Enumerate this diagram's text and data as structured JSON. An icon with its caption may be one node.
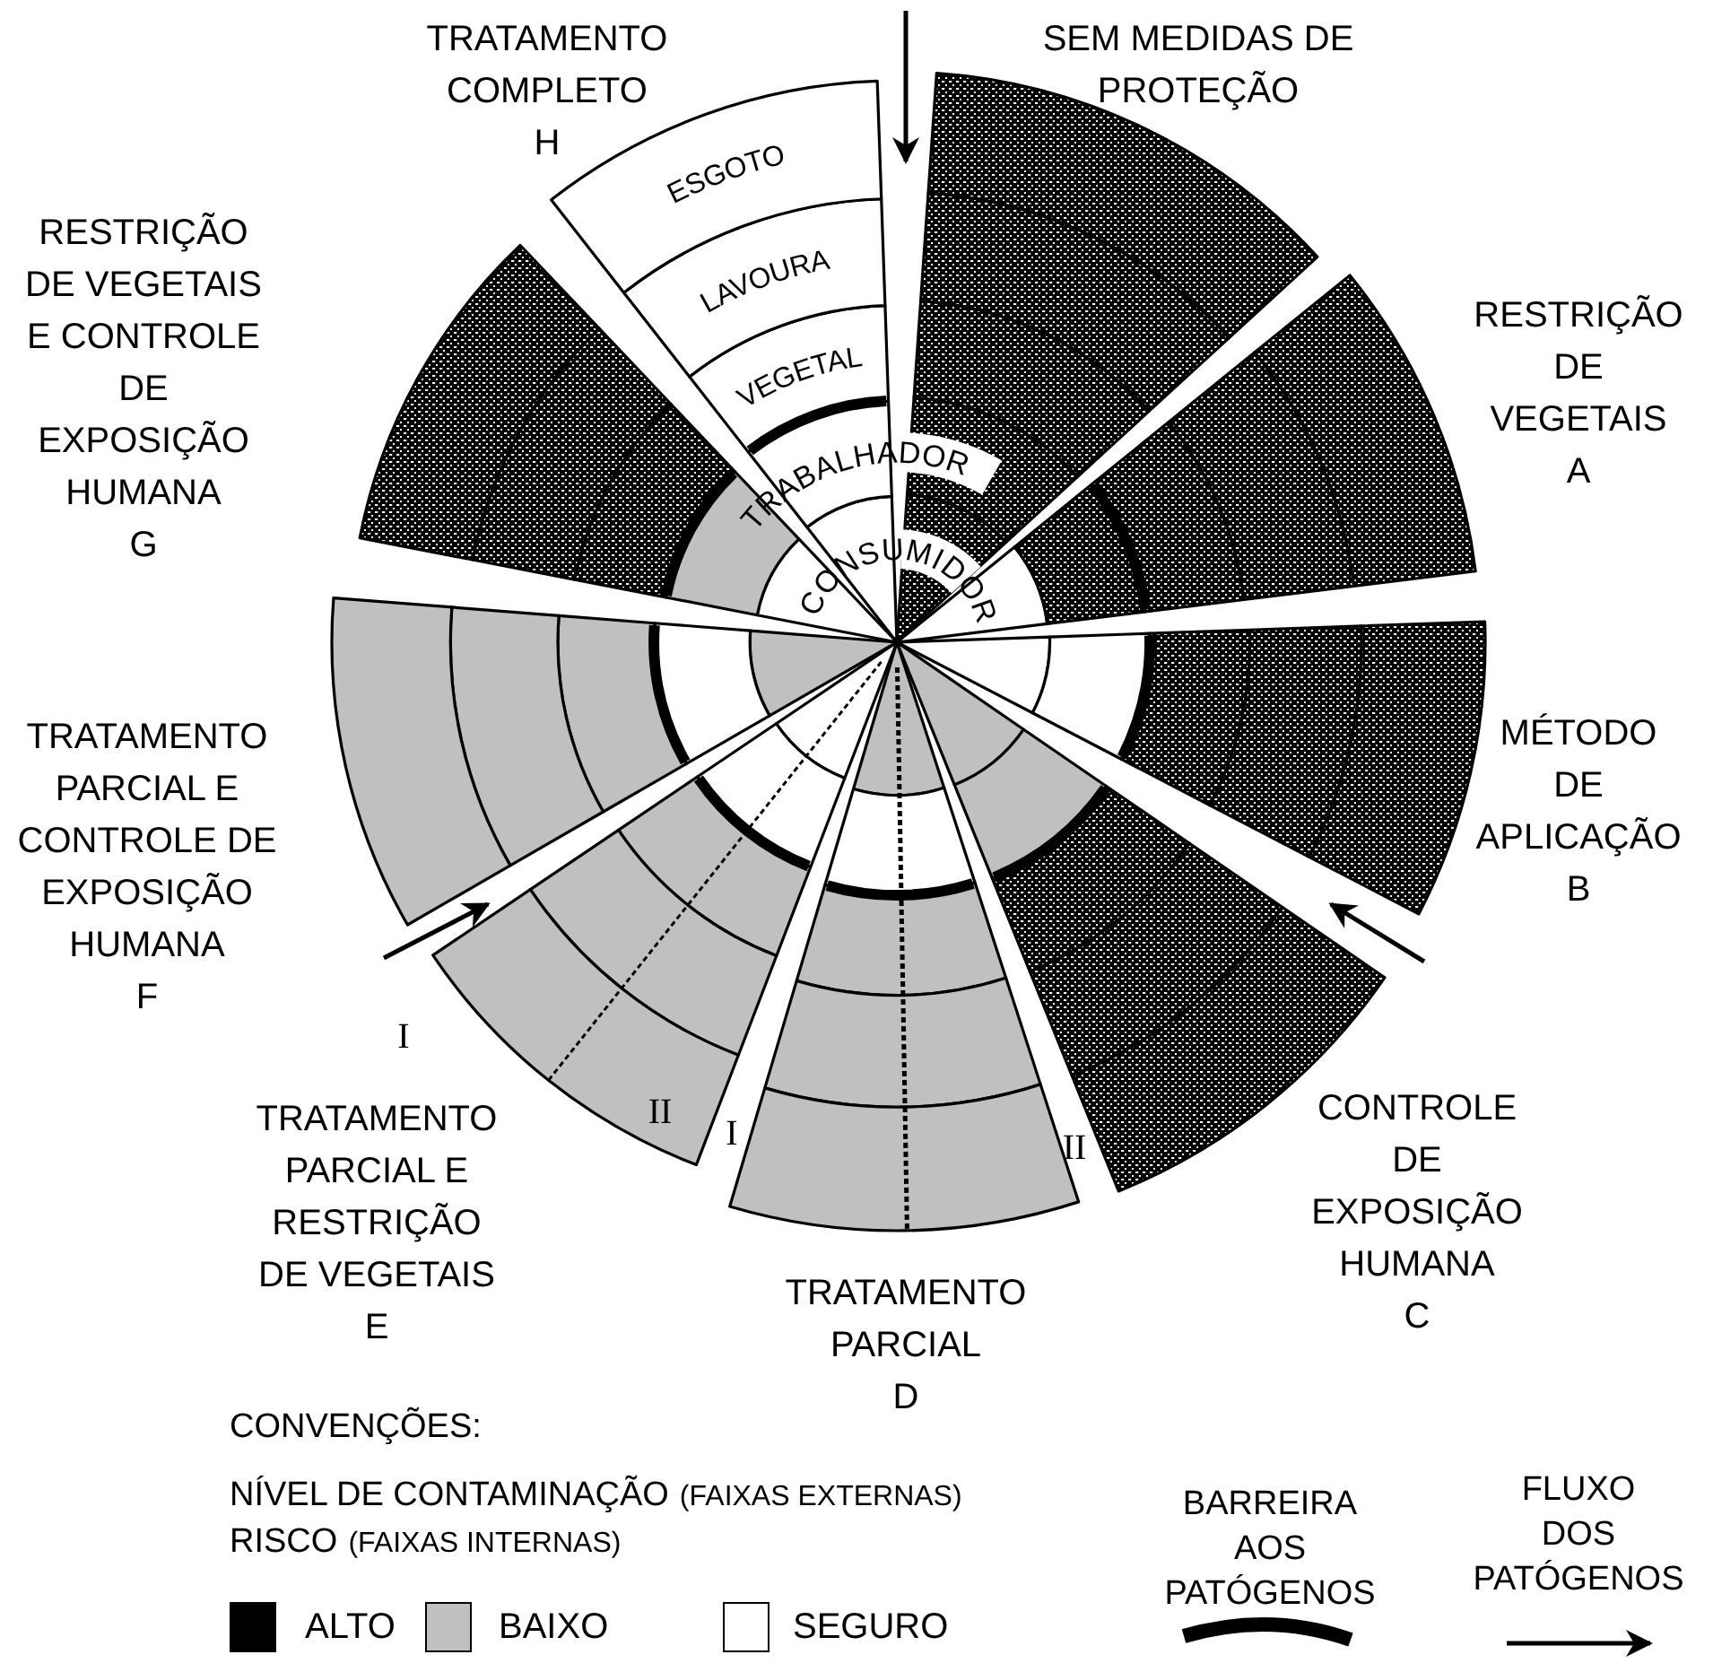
{
  "diagram": {
    "nodes": [
      {
        "text": [
          "ESGOTO",
          "LAVOURA",
          "VEGETAL"
        ],
        "beside": [
          "TRATAMENTO COMPLETO",
          "H"
        ]
      },
      {
        "text": [],
        "shape": "wedge",
        "beside": [
          "SEM MEDIDAS DE PROTEÇÃO"
        ]
      },
      {
        "text": [],
        "shape": "wedge",
        "beside": [
          "RESTRIÇÃO DE VEGETAIS",
          "A"
        ]
      },
      {
        "text": [],
        "shape": "wedge",
        "beside": [
          "MÉTODO DE APLICAÇÃO",
          "B"
        ]
      },
      {
        "text": [],
        "shape": "wedge",
        "beside": [
          "CONTROLE DE EXPOSIÇÃO HUMANA",
          "C"
        ]
      },
      {
        "text": [],
        "shape": "wedge",
        "beside": [
          "TRATAMENTO PARCIAL",
          "D"
        ]
      },
      {
        "text": [],
        "shape": "wedge",
        "beside": [
          "TRATAMENTO PARCIAL E RESTRIÇÃO DE VEGETAIS",
          "E"
        ]
      },
      {
        "text": [],
        "shape": "wedge",
        "beside": [
          "TRATAMENTO PARCIAL E CONTROLE DE EXPOSIÇÃO HUMANA",
          "F"
        ]
      },
      {
        "text": [],
        "shape": "wedge",
        "beside": [
          "RESTRIÇÃO DE VEGETAIS E CONTROLE DE EXPOSIÇÃO HUMANA",
          "G"
        ]
      }
    ],
    "labels": [
      "TRABALHADOR",
      "CONSUMIDOR",
      "I",
      "II",
      "I",
      "II",
      "CONVENÇÕES:",
      "NÍVEL DE CONTAMINAÇÃO",
      "(FAIXAS EXTERNAS)",
      "RISCO",
      "(FAIXAS INTERNAS)"
    ],
    "legend": [
      {
        "text": "ALTO",
        "color": "#000000"
      },
      {
        "text": "BAIXO",
        "color": "#c0c0c0"
      },
      {
        "text": "SEGURO",
        "color": "#ffffff"
      },
      {
        "text": "BARREIRA AOS PATÓGENOS"
      },
      {
        "text": "FLUXO DOS PATÓGENOS"
      }
    ]
  }
}
